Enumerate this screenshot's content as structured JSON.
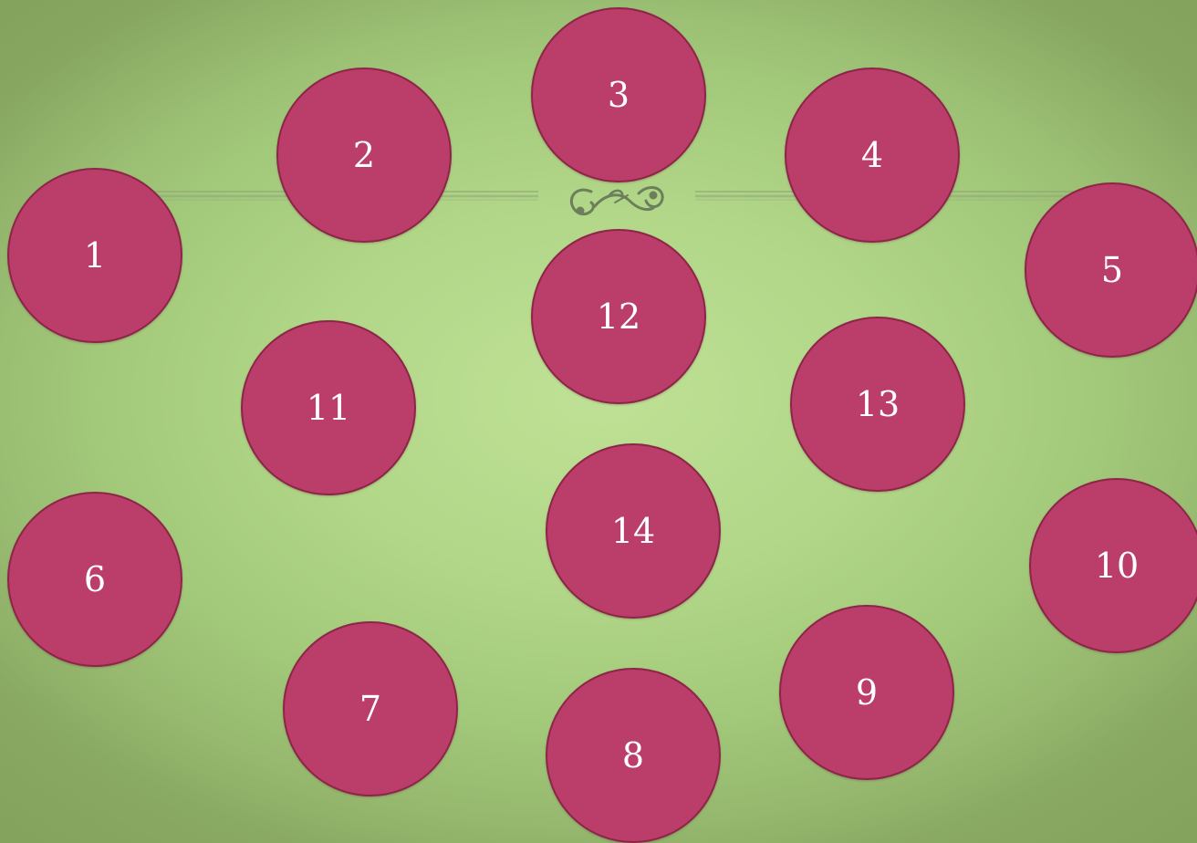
{
  "board": {
    "circle_color": "#bb3d6a",
    "border_color": "#8c2548",
    "background_color": "#b2d789",
    "ornament_icon": "flourish-ornament-icon"
  },
  "circles": {
    "c1": "1",
    "c2": "2",
    "c3": "3",
    "c4": "4",
    "c5": "5",
    "c6": "6",
    "c7": "7",
    "c8": "8",
    "c9": "9",
    "c10": "10",
    "c11": "11",
    "c12": "12",
    "c13": "13",
    "c14": "14"
  }
}
